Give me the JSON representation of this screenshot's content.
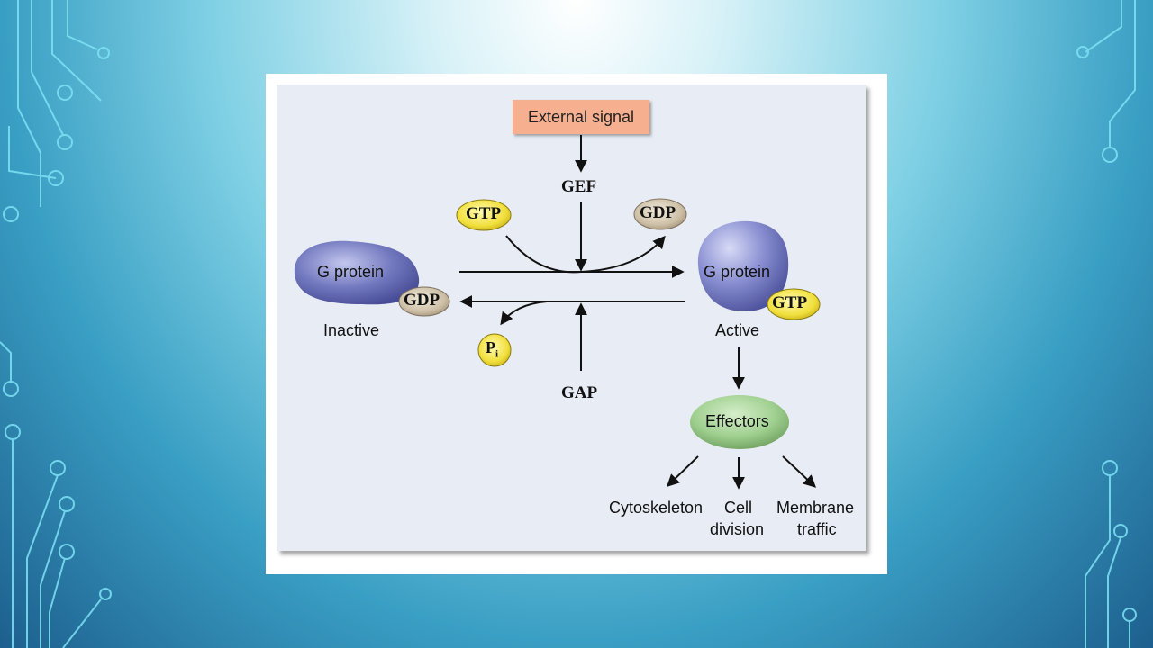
{
  "diagram": {
    "external_signal": "External signal",
    "gef": "GEF",
    "gap": "GAP",
    "gtp_top": "GTP",
    "gdp_top": "GDP",
    "g_protein_inactive": "G protein",
    "gdp_bound": "GDP",
    "inactive": "Inactive",
    "g_protein_active": "G protein",
    "gtp_bound": "GTP",
    "active": "Active",
    "pi_letter": "P",
    "pi_sub": "i",
    "effectors": "Effectors",
    "cytoskeleton": "Cytoskeleton",
    "cell_division_1": "Cell",
    "cell_division_2": "division",
    "membrane_traffic_1": "Membrane",
    "membrane_traffic_2": "traffic"
  },
  "colors": {
    "g_protein": "#6f75b8",
    "gtp": "#f2e24a",
    "gdp": "#cdbfa6",
    "effectors": "#9fcf8f",
    "signal_box": "#f7b08f",
    "panel": "#e8ecf4"
  }
}
